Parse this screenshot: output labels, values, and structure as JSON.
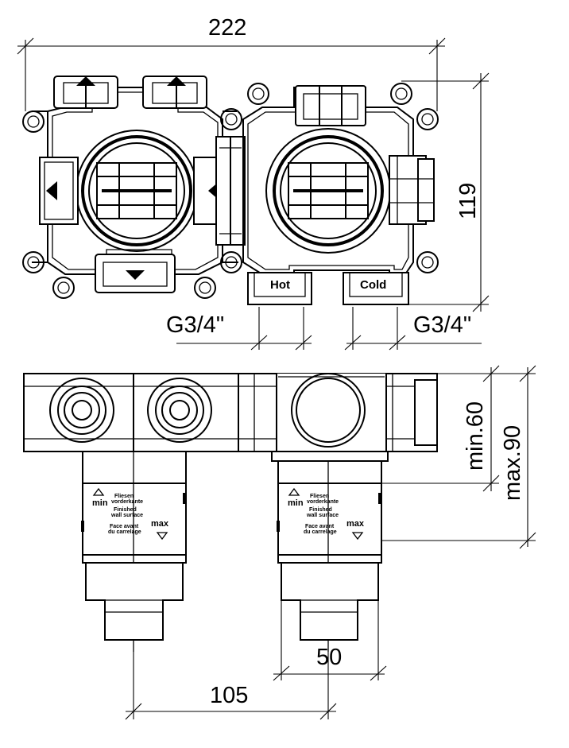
{
  "dimensions": {
    "overall_width": "222",
    "height": "119",
    "thread_left": "G3/4\"",
    "thread_right": "G3/4\"",
    "depth_min": "min.60",
    "depth_max": "max.90",
    "body_width": "50",
    "axis_distance": "105"
  },
  "port_labels": {
    "hot": "Hot",
    "cold": "Cold"
  },
  "sleeve_label": {
    "min": "min",
    "max": "max",
    "line1": "Fliesen",
    "line2": "vorderkante",
    "line3": "Finished",
    "line4": "wall surface",
    "line5": "Face avant",
    "line6": "du carrelage"
  }
}
